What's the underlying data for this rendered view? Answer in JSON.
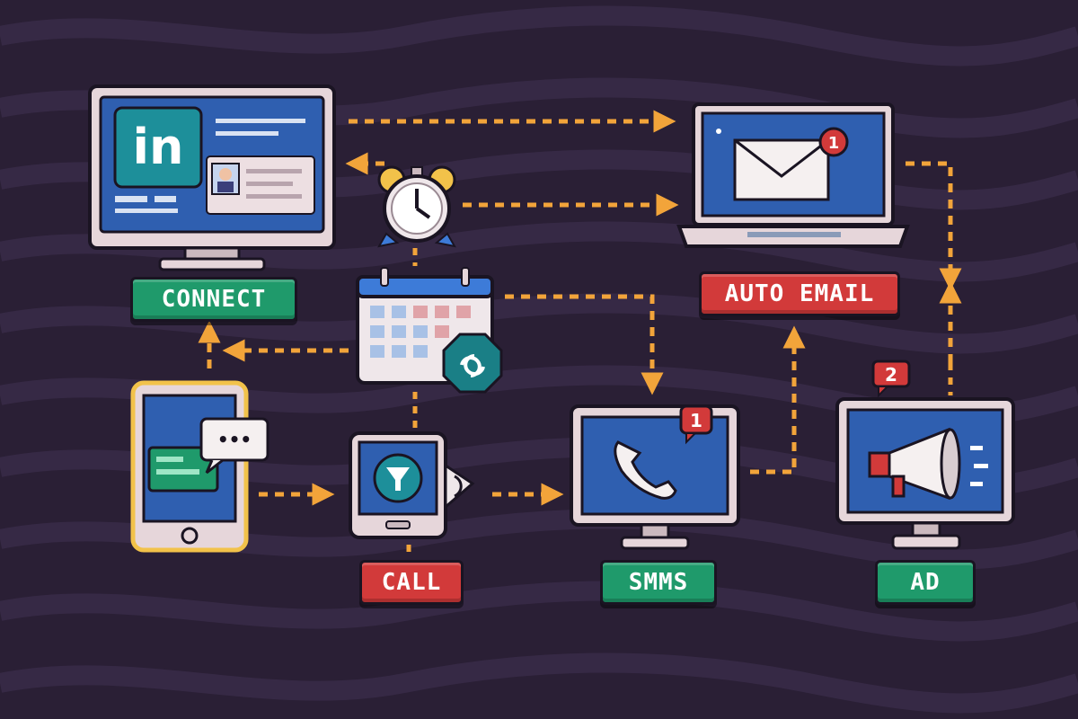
{
  "labels": {
    "connect": "CONNECT",
    "auto_email": "AUTO EMAIL",
    "call": "CALL",
    "sms": "SMMS",
    "ad": "AD"
  },
  "icons": {
    "linkedin": "in",
    "chat_dots": "•••"
  },
  "badges": {
    "email": "1",
    "sms": "1",
    "ad": "2"
  },
  "colors": {
    "background": "#2a1f35",
    "arrow": "#f2a43a",
    "label_green": "#1f9a6b",
    "label_red": "#d23a3a",
    "screen_blue": "#2f5fb0",
    "device_frame": "#e6d6da",
    "linkedin_teal": "#1d8f9a"
  }
}
